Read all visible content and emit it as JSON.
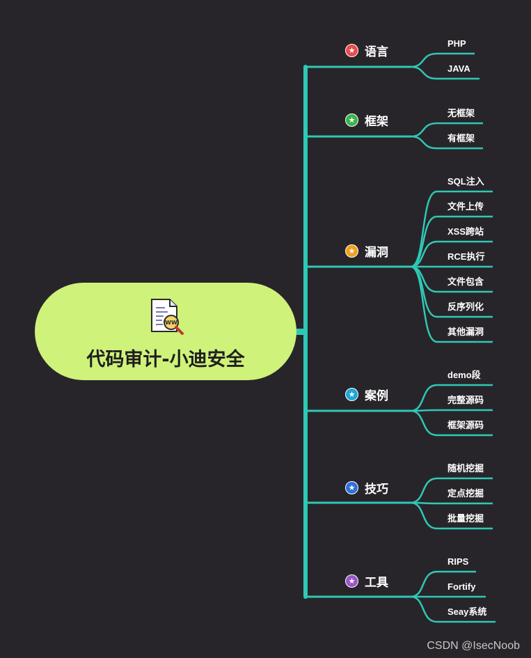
{
  "root": {
    "title": "代码审计-小迪安全",
    "icon": "code-audit-document-icon"
  },
  "colors": {
    "background": "#28252a",
    "root_fill": "#cff27a",
    "line": "#2ec9b5",
    "text": "#ffffff",
    "star_red": "#e74c4c",
    "star_green": "#3cb44b",
    "star_orange": "#f0a020",
    "star_cyan": "#1ea7d6",
    "star_blue": "#2f6fd8",
    "star_purple": "#9a55c9"
  },
  "branches": [
    {
      "label": "语言",
      "icon": "star-icon",
      "color": "#e74c4c",
      "children": [
        "PHP",
        "JAVA"
      ]
    },
    {
      "label": "框架",
      "icon": "star-icon",
      "color": "#3cb44b",
      "children": [
        "无框架",
        "有框架"
      ]
    },
    {
      "label": "漏洞",
      "icon": "star-icon",
      "color": "#f0a020",
      "children": [
        "SQL注入",
        "文件上传",
        "XSS跨站",
        "RCE执行",
        "文件包含",
        "反序列化",
        "其他漏洞"
      ]
    },
    {
      "label": "案例",
      "icon": "star-icon",
      "color": "#1ea7d6",
      "children": [
        "demo段",
        "完整源码",
        "框架源码"
      ]
    },
    {
      "label": "技巧",
      "icon": "star-icon",
      "color": "#2f6fd8",
      "children": [
        "随机挖掘",
        "定点挖掘",
        "批量挖掘"
      ]
    },
    {
      "label": "工具",
      "icon": "star-icon",
      "color": "#9a55c9",
      "children": [
        "RIPS",
        "Fortify",
        "Seay系统"
      ]
    }
  ],
  "watermark": "CSDN @IsecNoob"
}
